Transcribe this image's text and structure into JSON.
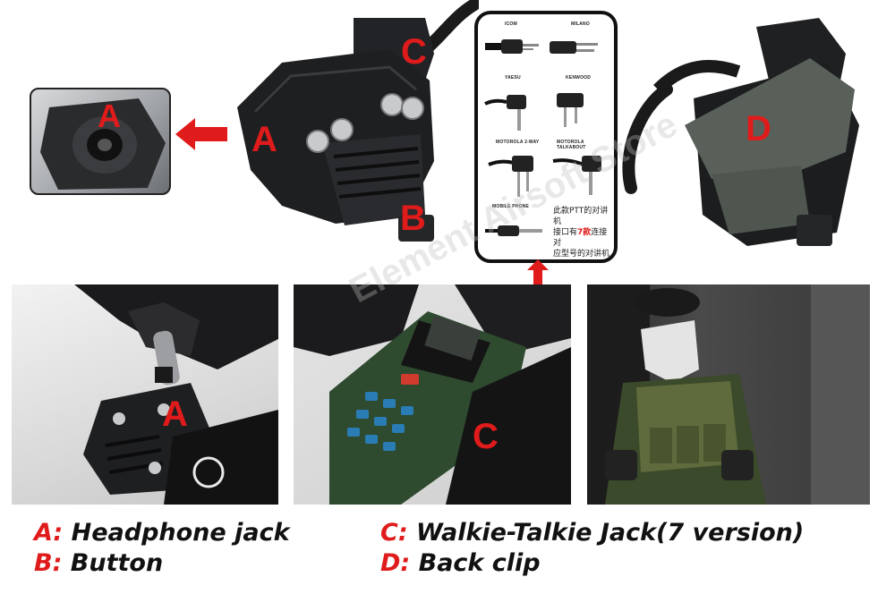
{
  "colors": {
    "accent_red": "#e01b1b",
    "text_dark": "#111111",
    "device_black": "#1e1f21",
    "clip_green": "#59605a"
  },
  "callouts": {
    "a_inset": "A",
    "a_device": "A",
    "b_device": "B",
    "c_device": "C",
    "d_device": "D",
    "a_photo": "A",
    "c_photo": "C"
  },
  "plug_panel": {
    "plugs": [
      {
        "label": "ICOM"
      },
      {
        "label": "MILANO"
      },
      {
        "label": "YAESU"
      },
      {
        "label": "KENWOOD"
      },
      {
        "label": "MOTOROLA 2-WAY"
      },
      {
        "label": "MOTOROLA TALKABOUT"
      },
      {
        "label": "MOBILE PHONE"
      }
    ],
    "note_line1": "此款PTT的对讲机",
    "note_line2_pre": "接口有",
    "note_line2_hl": "7款",
    "note_line2_post": "连接对",
    "note_line3": "应型号的对讲机"
  },
  "watermark": {
    "text": "Element Airsoft Store"
  },
  "legend": {
    "a_key": "A:",
    "a_text": "Headphone jack",
    "b_key": "B:",
    "b_text": "Button",
    "c_key": "C:",
    "c_text": "Walkie-Talkie Jack(7 version)",
    "d_key": "D:",
    "d_text": "Back clip"
  }
}
